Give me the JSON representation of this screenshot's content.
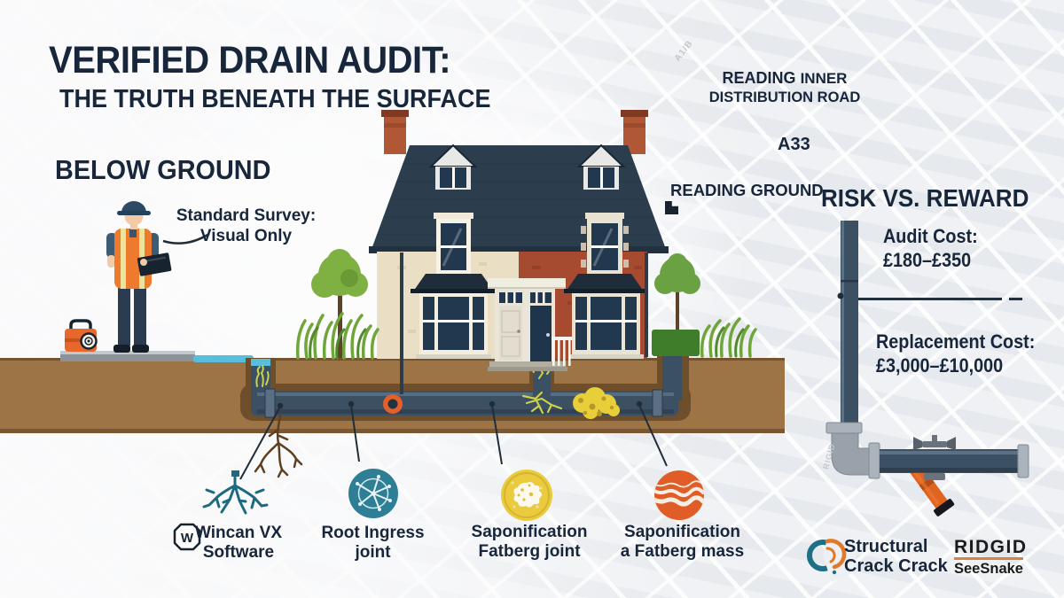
{
  "header": {
    "title": "VERIFIED DRAIN AUDIT:",
    "subtitle": "THE TRUTH BENEATH THE SURFACE"
  },
  "labels": {
    "below_ground": "BELOW GROUND",
    "risk_vs_reward": "RISK VS. REWARD",
    "standard_survey_line1": "Standard Survey:",
    "standard_survey_line2": "Visual Only"
  },
  "map": {
    "road_bold": "READING",
    "road_rest": "INNER",
    "road_line2": "DISTRIBUTION ROAD",
    "route_label": "A33",
    "ground_label": "READING GROUND",
    "faint_label_1": "A1/B",
    "faint_label_2": "RIGID"
  },
  "costs": {
    "audit_label": "Audit Cost:",
    "audit_value": "£180–£350",
    "replacement_label": "Replacement Cost:",
    "replacement_value": "£3,000–£10,000"
  },
  "legend": {
    "items": [
      {
        "badge": "W",
        "line1": "Wincan VX",
        "line2": "Software"
      },
      {
        "line1": "Root Ingress",
        "line2": "joint"
      },
      {
        "line1": "Saponification",
        "line2": "Fatberg joint"
      },
      {
        "line1": "Saponification",
        "line2": "a Fatberg mass"
      }
    ]
  },
  "brands": {
    "structural_line1": "Structural",
    "structural_line2": "Crack Crack",
    "ridgid_name": "RIDGID",
    "ridgid_product": "SeeSnake"
  },
  "colors": {
    "ink": "#17263a",
    "pipe_slate": "#3c5064",
    "soil": "#9d7446",
    "soil_dark": "#6f4e2b",
    "teal": "#2e7f96",
    "fatberg_yellow": "#e9cb3d",
    "fatberg_orange": "#e05d28",
    "brick": "#a64a30",
    "cream": "#eadfc4",
    "roof": "#2c3d4e",
    "grass": "#6fa53a",
    "hivis_orange": "#ee7a2e",
    "ridgid_underline": "#d9813f"
  }
}
